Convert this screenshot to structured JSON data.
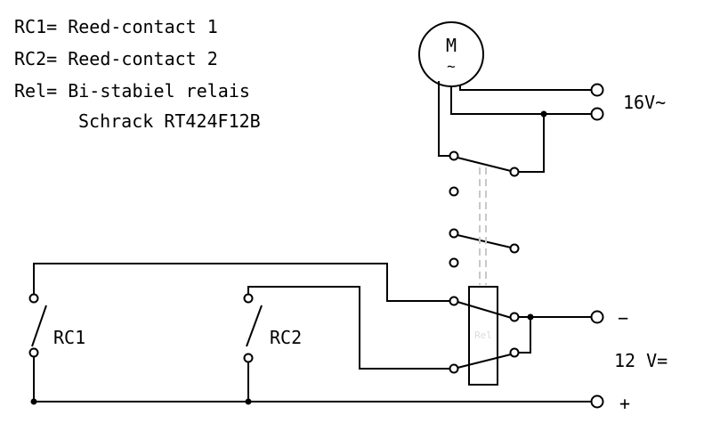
{
  "legend": {
    "line1": "RC1= Reed-contact 1",
    "line2": "RC2= Reed-contact 2",
    "line3": "Rel= Bi-stabiel relais",
    "line4": "Schrack RT424F12B"
  },
  "motor": {
    "symbol": "M",
    "ac_symbol": "~"
  },
  "labels": {
    "rc1": "RC1",
    "rc2": "RC2",
    "ac_supply": "16V~",
    "dc_supply": "12 V=",
    "minus": "−",
    "plus": "+",
    "relay_coil": "Rel"
  }
}
